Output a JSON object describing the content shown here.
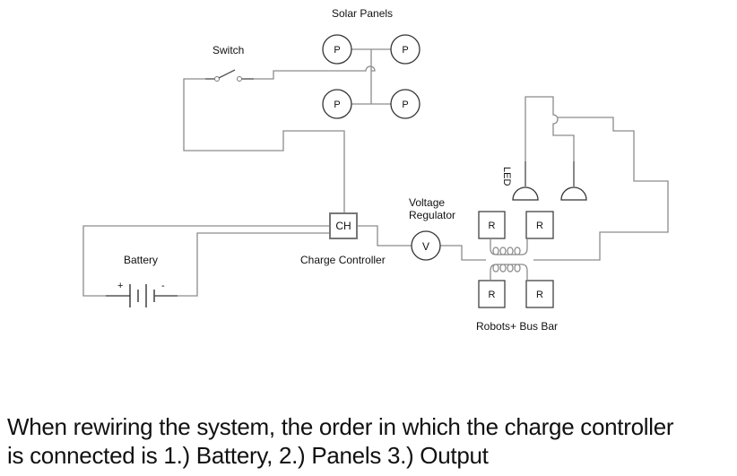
{
  "diagram": {
    "labels": {
      "solar_panels": "Solar Panels",
      "switch": "Switch",
      "battery": "Battery",
      "charge_controller": "Charge Controller",
      "voltage_regulator_line1": "Voltage",
      "voltage_regulator_line2": "Regulator",
      "led": "LED",
      "robots_bus_bar": "Robots+ Bus Bar"
    },
    "components": {
      "panels": [
        "P",
        "P",
        "P",
        "P"
      ],
      "charge_controller_symbol": "CH",
      "voltage_regulator_symbol": "V",
      "robots": [
        "R",
        "R",
        "R",
        "R"
      ],
      "battery_plus": "+",
      "battery_minus": "-"
    }
  },
  "caption": {
    "line1": "When rewiring the system, the order in which the charge controller",
    "line2": "is connected is 1.) Battery, 2.) Panels 3.) Output"
  }
}
